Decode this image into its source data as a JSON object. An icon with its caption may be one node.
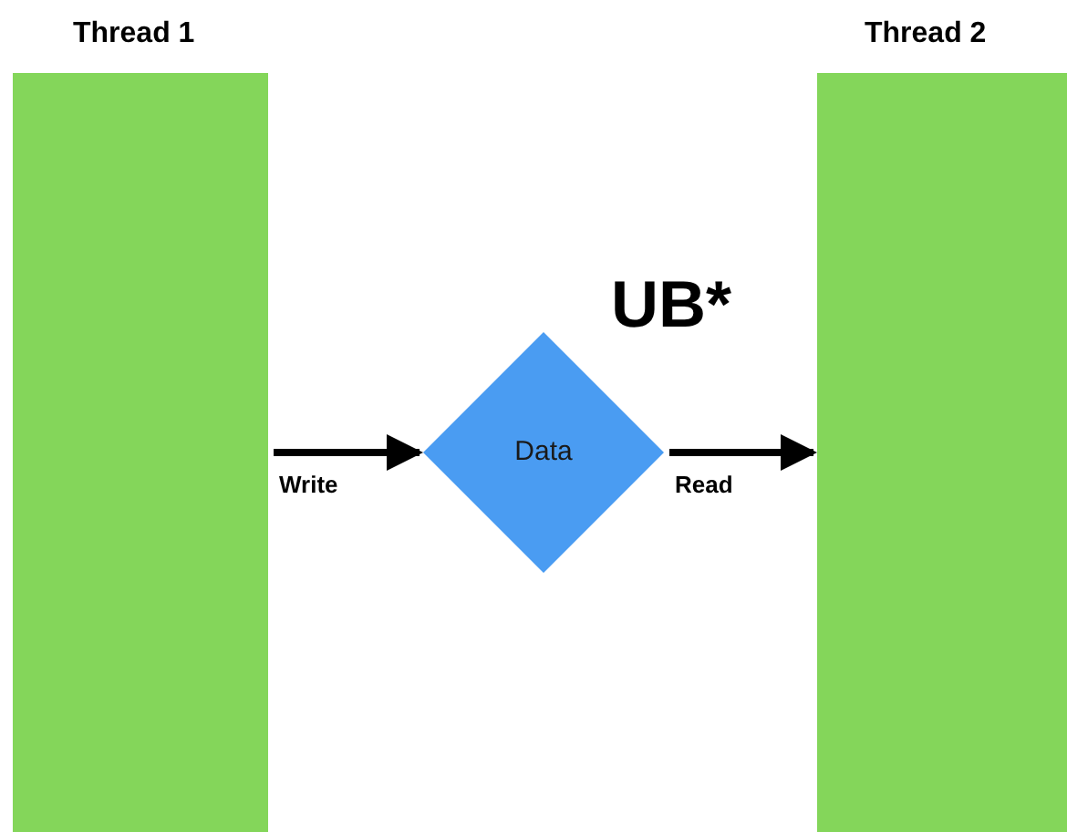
{
  "diagram": {
    "nodes": [
      {
        "text": [
          "Thread 1"
        ]
      },
      {
        "text": [
          "Data"
        ]
      },
      {
        "text": [
          "Thread 2"
        ]
      }
    ],
    "edges": [
      {
        "from": 0,
        "to": 1,
        "arrow": "to",
        "label": "Write"
      },
      {
        "from": 1,
        "to": 2,
        "arrow": "to",
        "label": "Read"
      }
    ],
    "labels": [
      "UB*"
    ]
  }
}
